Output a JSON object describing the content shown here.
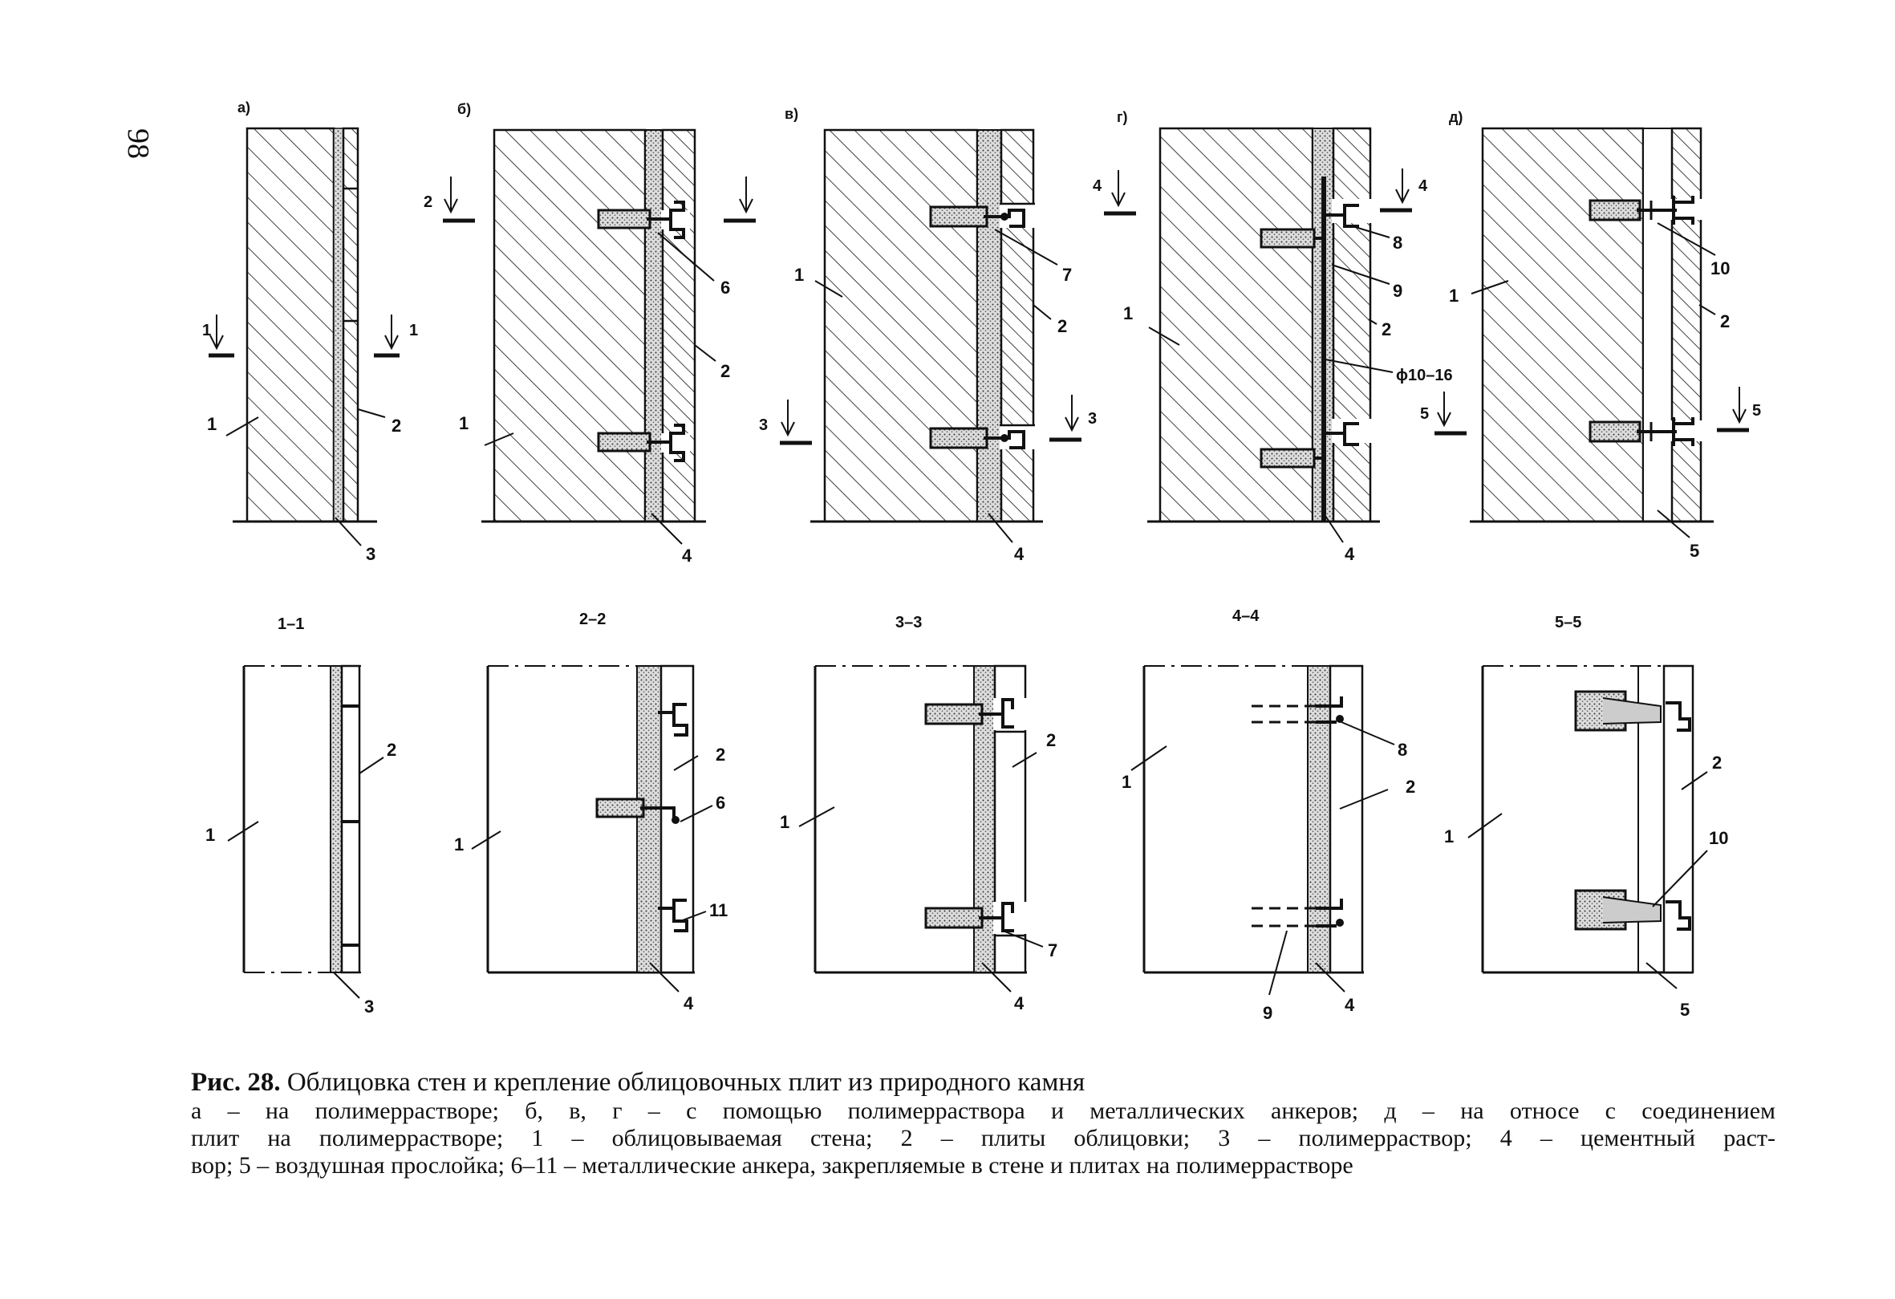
{
  "page_number": "98",
  "variants": {
    "a": {
      "letter": "а)",
      "section_left": "1",
      "section_right": "1",
      "callouts": [
        "1",
        "2",
        "3"
      ]
    },
    "b": {
      "letter": "б)",
      "section_left": "2",
      "callouts": [
        "1",
        "2",
        "4",
        "6"
      ]
    },
    "v": {
      "letter": "в)",
      "section_left": "3",
      "section_right": "3",
      "callouts": [
        "1",
        "2",
        "4",
        "7"
      ]
    },
    "g": {
      "letter": "г)",
      "section_left": "4",
      "section_right": "4",
      "callouts": [
        "1",
        "2",
        "4",
        "8",
        "9"
      ],
      "rod_label": "ϕ10–16"
    },
    "d": {
      "letter": "д)",
      "section_left": "5",
      "section_right": "5",
      "callouts": [
        "1",
        "2",
        "5",
        "10"
      ]
    }
  },
  "sections": {
    "s1": {
      "title": "1–1",
      "callouts": [
        "1",
        "2",
        "3"
      ]
    },
    "s2": {
      "title": "2–2",
      "callouts": [
        "1",
        "2",
        "4",
        "6",
        "11"
      ]
    },
    "s3": {
      "title": "3–3",
      "callouts": [
        "1",
        "2",
        "4",
        "7"
      ]
    },
    "s4": {
      "title": "4–4",
      "callouts": [
        "1",
        "2",
        "4",
        "8",
        "9"
      ]
    },
    "s5": {
      "title": "5–5",
      "callouts": [
        "1",
        "2",
        "5",
        "10"
      ]
    }
  },
  "caption": {
    "fig_number": "Рис. 28.",
    "fig_title": " Облицовка стен и крепление облицовочных плит из природного камня",
    "lines": [
      "а – на полимеррастворе; б, в, г – с помощью полимерраствора и металлических анкеров; д – на относе с соединением",
      "плит на полимеррастворе; 1 – облицовываемая стена; 2 – плиты облицовки; 3 – полимерраствор; 4 – цементный раст-",
      "вор; 5 – воздушная прослойка; 6–11 – металлические анкера, закрепляемые в стене и плитах на полимеррастворе"
    ]
  },
  "colors": {
    "ink": "#111111",
    "mortar": "#d6d6d6",
    "paper": "#ffffff"
  }
}
